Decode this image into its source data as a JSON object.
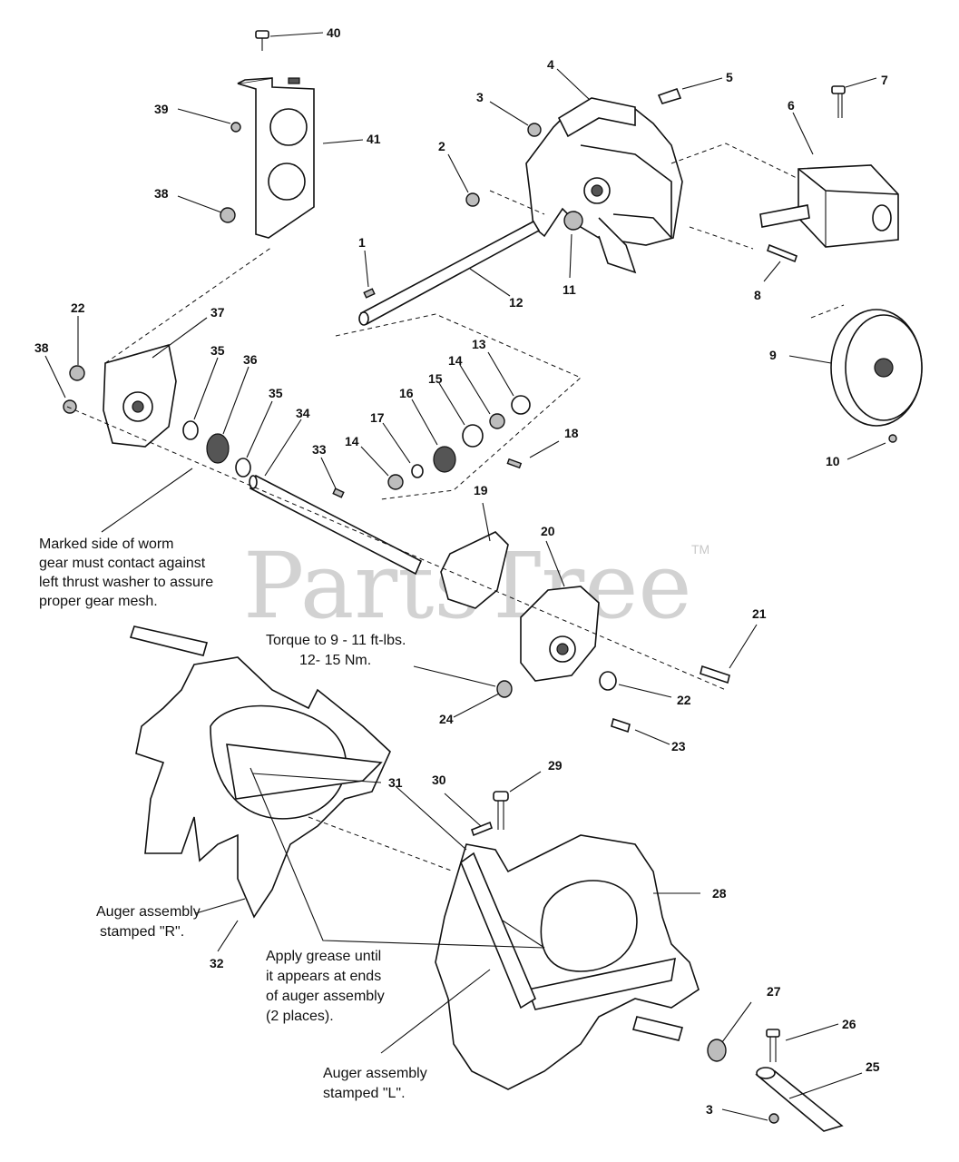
{
  "watermark": {
    "text": "PartsTree",
    "trademark": "TM"
  },
  "callouts": [
    {
      "id": "c40",
      "text": "40"
    },
    {
      "id": "c39",
      "text": "39"
    },
    {
      "id": "c41",
      "text": "41"
    },
    {
      "id": "c38a",
      "text": "38"
    },
    {
      "id": "c4",
      "text": "4"
    },
    {
      "id": "c5",
      "text": "5"
    },
    {
      "id": "c3a",
      "text": "3"
    },
    {
      "id": "c2",
      "text": "2"
    },
    {
      "id": "c7",
      "text": "7"
    },
    {
      "id": "c6",
      "text": "6"
    },
    {
      "id": "c1",
      "text": "1"
    },
    {
      "id": "c12",
      "text": "12"
    },
    {
      "id": "c11",
      "text": "11"
    },
    {
      "id": "c8",
      "text": "8"
    },
    {
      "id": "c22a",
      "text": "22"
    },
    {
      "id": "c37",
      "text": "37"
    },
    {
      "id": "c38b",
      "text": "38"
    },
    {
      "id": "c35a",
      "text": "35"
    },
    {
      "id": "c36",
      "text": "36"
    },
    {
      "id": "c35b",
      "text": "35"
    },
    {
      "id": "c34",
      "text": "34"
    },
    {
      "id": "c33",
      "text": "33"
    },
    {
      "id": "c13",
      "text": "13"
    },
    {
      "id": "c14a",
      "text": "14"
    },
    {
      "id": "c15",
      "text": "15"
    },
    {
      "id": "c16",
      "text": "16"
    },
    {
      "id": "c17",
      "text": "17"
    },
    {
      "id": "c14b",
      "text": "14"
    },
    {
      "id": "c18",
      "text": "18"
    },
    {
      "id": "c9",
      "text": "9"
    },
    {
      "id": "c10",
      "text": "10"
    },
    {
      "id": "c19",
      "text": "19"
    },
    {
      "id": "c20",
      "text": "20"
    },
    {
      "id": "c21",
      "text": "21"
    },
    {
      "id": "c22b",
      "text": "22"
    },
    {
      "id": "c24",
      "text": "24"
    },
    {
      "id": "c23",
      "text": "23"
    },
    {
      "id": "c31",
      "text": "31"
    },
    {
      "id": "c30",
      "text": "30"
    },
    {
      "id": "c29",
      "text": "29"
    },
    {
      "id": "c28",
      "text": "28"
    },
    {
      "id": "c32",
      "text": "32"
    },
    {
      "id": "c27",
      "text": "27"
    },
    {
      "id": "c26",
      "text": "26"
    },
    {
      "id": "c25",
      "text": "25"
    },
    {
      "id": "c3b",
      "text": "3"
    }
  ],
  "notes": {
    "worm_gear": [
      "Marked side of worm",
      "gear must contact against",
      "left thrust washer to assure",
      "proper gear mesh."
    ],
    "torque": [
      "Torque to 9 - 11 ft-lbs.",
      "12- 15 Nm."
    ],
    "auger_r": [
      "Auger assembly",
      "stamped \"R\"."
    ],
    "grease": [
      "Apply grease until",
      "it appears at ends",
      "of auger assembly",
      "(2 places)."
    ],
    "auger_l": [
      "Auger assembly",
      "stamped \"L\"."
    ]
  }
}
